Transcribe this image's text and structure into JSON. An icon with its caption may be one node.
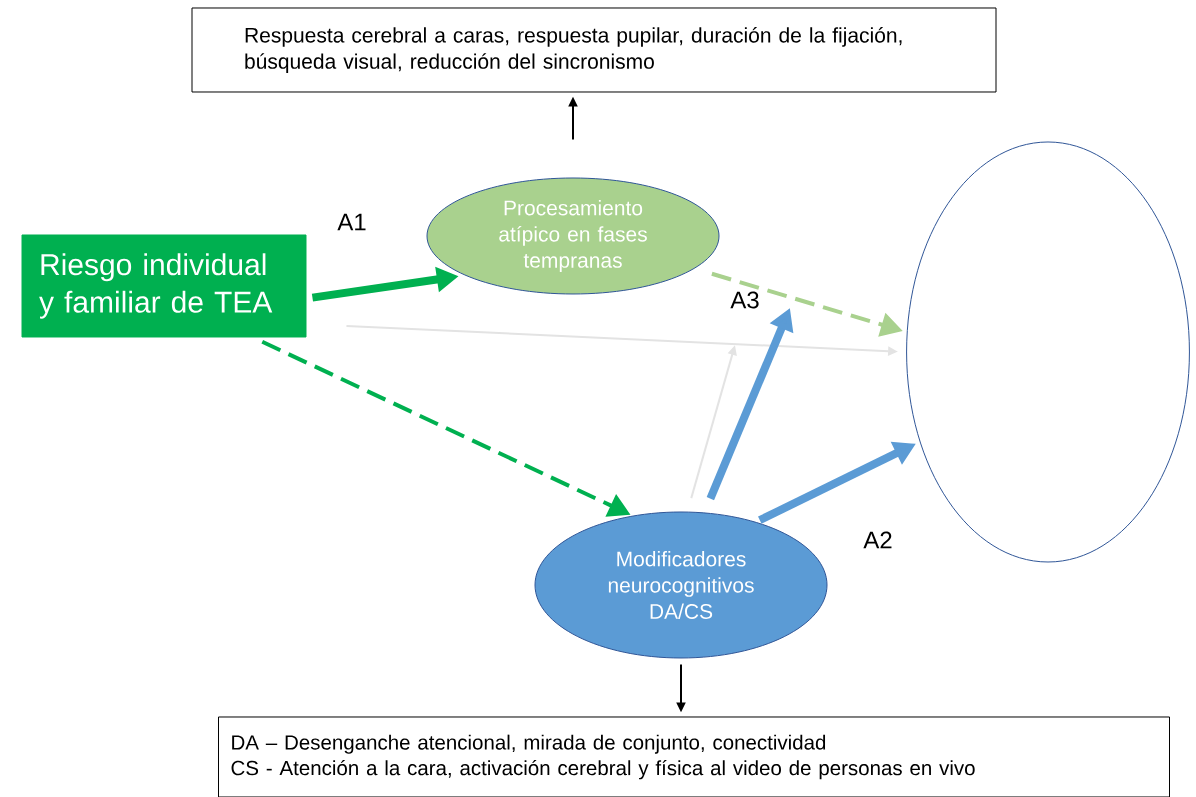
{
  "diagram": {
    "nodes": [
      {
        "text": [
          "Respuesta cerebral a caras, respuesta pupilar, duración de la fijación, búsqueda visual, reducción del sincronismo"
        ]
      },
      {
        "text": [
          "Riesgo individual y familiar de TEA"
        ]
      },
      {
        "text": [
          "Procesamiento atípico en fases tempranas"
        ]
      },
      {
        "text": [],
        "shape": "ellipse"
      },
      {
        "text": [
          "Modificadores neurocognitivos DA/CS"
        ]
      },
      {
        "text": [
          "DA – Desenganche atencional, mirada de conjunto, conectividad",
          "CS - Atención a la cara, activación cerebral y física al video de personas en vivo"
        ]
      }
    ],
    "edges": [
      {
        "from": 2,
        "to": 0,
        "arrow": "to",
        "color": "#000000"
      },
      {
        "from": 1,
        "to": 2,
        "arrow": "to",
        "label": "A1",
        "style": "thick",
        "color": "#00b050"
      },
      {
        "from": 1,
        "to": 3,
        "arrow": "to",
        "color": "#e3e3e3"
      },
      {
        "from": 1,
        "to": 4,
        "arrow": "to",
        "style": "dashed",
        "color": "#00b050"
      },
      {
        "from": 2,
        "to": 3,
        "arrow": "to",
        "style": "dashed",
        "color": "#a9d18e"
      },
      {
        "from": 4,
        "to": 3,
        "arrow": "to",
        "label": "A2",
        "style": "thick",
        "color": "#5b9bd5"
      },
      {
        "from": 4,
        "to": null,
        "arrow": "to",
        "label": "A3",
        "style": "thick",
        "color": "#5b9bd5"
      },
      {
        "from": 4,
        "to": null,
        "arrow": "to",
        "color": "#e3e3e3"
      },
      {
        "from": 4,
        "to": 5,
        "arrow": "to",
        "color": "#000000"
      }
    ]
  }
}
